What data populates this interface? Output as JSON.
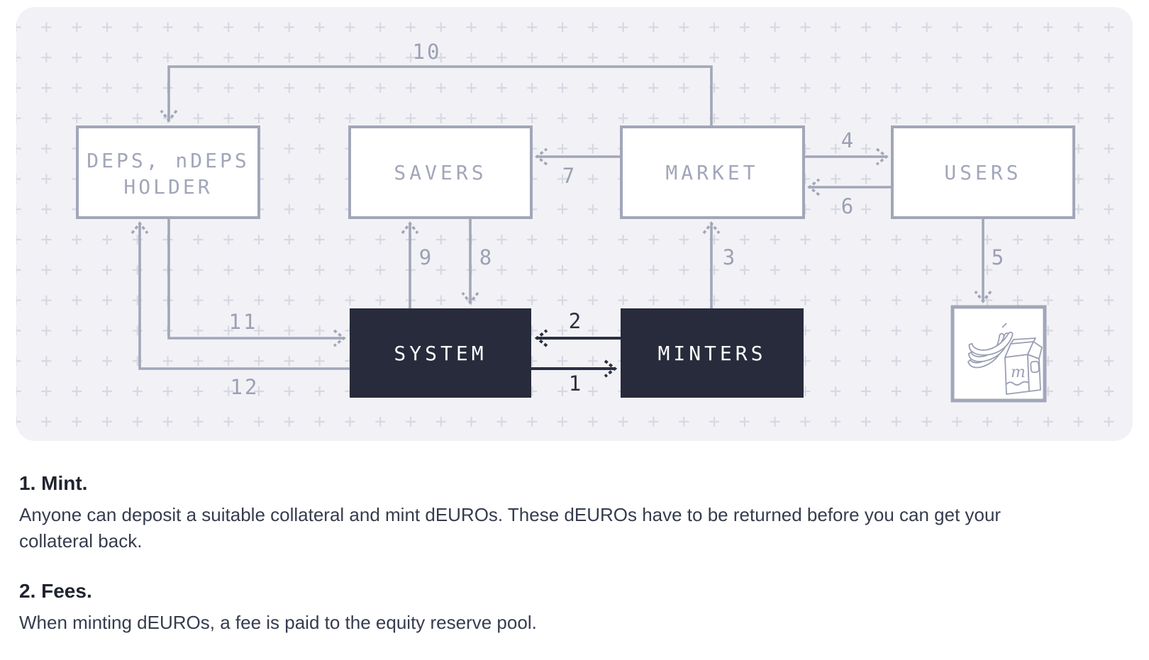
{
  "diagram": {
    "nodes": {
      "deps": {
        "line1": "DEPS, nDEPS",
        "line2": "HOLDER"
      },
      "savers": {
        "label": "SAVERS"
      },
      "market": {
        "label": "MARKET"
      },
      "users": {
        "label": "USERS"
      },
      "system": {
        "label": "SYSTEM"
      },
      "minters": {
        "label": "MINTERS"
      }
    },
    "goods": {
      "milk_letter": "m"
    },
    "flow_labels": {
      "n1": "1",
      "n2": "2",
      "n3": "3",
      "n4": "4",
      "n5": "5",
      "n6": "6",
      "n7": "7",
      "n8": "8",
      "n9": "9",
      "n10": "10",
      "n11": "11",
      "n12": "12"
    }
  },
  "notes": [
    {
      "title": "1. Mint.",
      "body": "Anyone can deposit a suitable collateral and mint dEUROs. These dEUROs have to be returned before you can get your collateral back."
    },
    {
      "title": "2. Fees.",
      "body": "When minting dEUROs, a fee is paid to the equity reserve pool."
    }
  ],
  "colors": {
    "panel_bg": "#f2f2f6",
    "grid_cross": "#d6d8e2",
    "line_gray": "#a2a6b9",
    "node_dark": "#272b3c",
    "arrow_dark": "#2b2f40",
    "heading_text": "#20242f",
    "body_text": "#363c4e"
  }
}
